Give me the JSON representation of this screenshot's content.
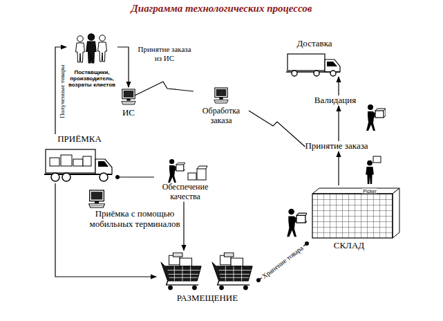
{
  "diagram": {
    "title": "Диаграмма технологических процессов",
    "nodes": [
      {
        "text": [
          "Поставщики, производитель, возраты клиетов"
        ]
      },
      {
        "text": [
          "ИС"
        ]
      },
      {
        "text": [
          "Обработка заказа"
        ]
      },
      {
        "text": [
          "Доставка"
        ]
      },
      {
        "text": [
          "Валидация"
        ]
      },
      {
        "text": [
          "Принятие заказа"
        ]
      },
      {
        "text": [
          "ПРИЁМКА"
        ]
      },
      {
        "text": [
          "Обеспечение качества"
        ]
      },
      {
        "text": [
          "Приёмка с помощью мобильных терминалов"
        ]
      },
      {
        "text": [
          "СКЛАД"
        ]
      },
      {
        "text": [
          "РАЗМЕЩЕНИЕ"
        ]
      }
    ],
    "edges": [
      {
        "from": 6,
        "to": 0,
        "arrow": "to",
        "label": "Полученные товары"
      },
      {
        "from": 0,
        "to": 1,
        "arrow": "to",
        "label": "Принятие заказа из ИС"
      },
      {
        "from": 1,
        "to": 2,
        "arrow": "none"
      },
      {
        "from": 2,
        "to": 5,
        "arrow": "none"
      },
      {
        "from": 6,
        "to": 7,
        "arrow": "none"
      },
      {
        "from": 7,
        "to": 10,
        "arrow": "to"
      },
      {
        "from": 6,
        "to": 10,
        "arrow": "to"
      },
      {
        "from": 10,
        "to": 9,
        "arrow": "none",
        "label": "Хранение товара"
      },
      {
        "from": 9,
        "to": 5,
        "arrow": "to"
      },
      {
        "from": 5,
        "to": 4,
        "arrow": "to"
      },
      {
        "from": 4,
        "to": 3,
        "arrow": "to"
      }
    ],
    "labels": [
      "Picker"
    ]
  }
}
